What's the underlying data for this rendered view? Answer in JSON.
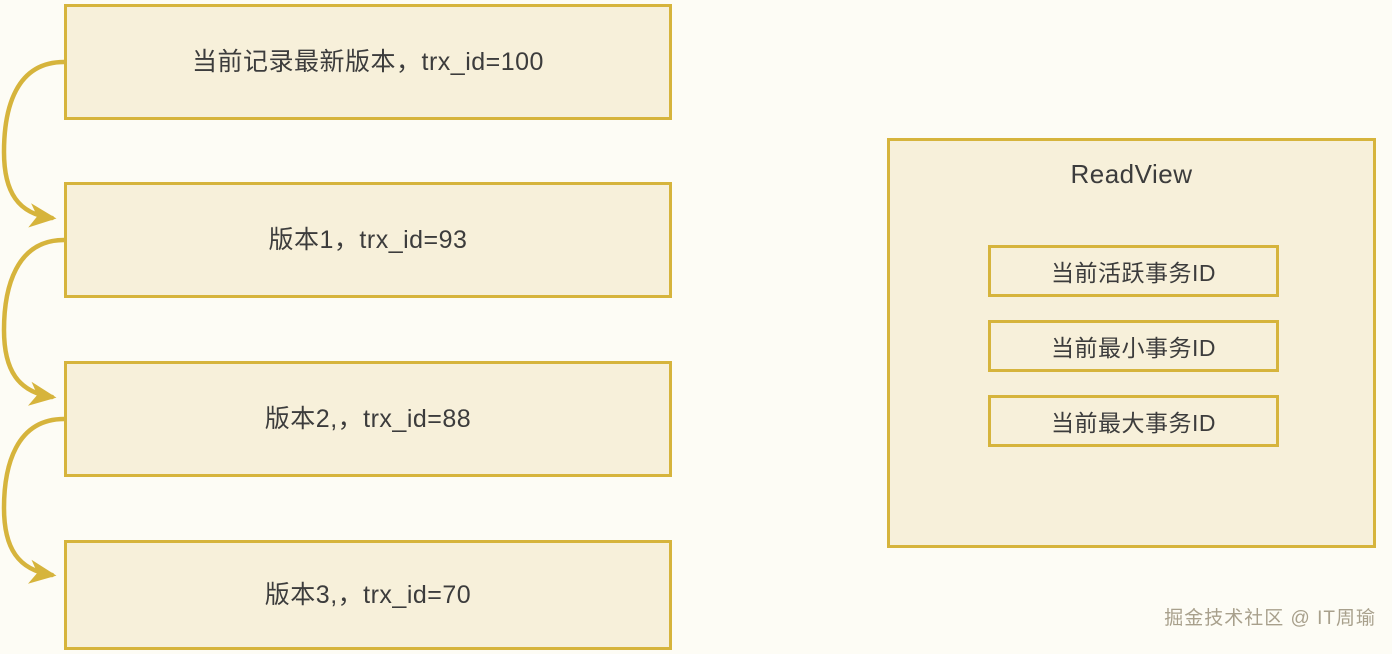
{
  "diagram": {
    "title": "MVCC undo log version chain and ReadView",
    "colors": {
      "page_background": "#FDFCF5",
      "box_fill": "#F7F0DA",
      "box_border": "#D6B43C",
      "text": "#3C3C3C",
      "arrow": "#D6B43C",
      "watermark_text": "#A8A08C"
    },
    "version_chain": {
      "boxes": [
        {
          "label": "当前记录最新版本，trx_id=100",
          "trx_id": 100
        },
        {
          "label": "版本1，trx_id=93",
          "trx_id": 93
        },
        {
          "label": "版本2,，trx_id=88",
          "trx_id": 88
        },
        {
          "label": "版本3,，trx_id=70",
          "trx_id": 70
        }
      ],
      "arrows": [
        {
          "from": "当前记录最新版本，trx_id=100",
          "to": "版本1，trx_id=93"
        },
        {
          "from": "版本1，trx_id=93",
          "to": "版本2,，trx_id=88"
        },
        {
          "from": "版本2,，trx_id=88",
          "to": "版本3,，trx_id=70"
        }
      ]
    },
    "readview": {
      "title": "ReadView",
      "items": [
        {
          "label": "当前活跃事务ID"
        },
        {
          "label": "当前最小事务ID"
        },
        {
          "label": "当前最大事务ID"
        }
      ]
    },
    "watermark": "掘金技术社区 @ IT周瑜"
  }
}
